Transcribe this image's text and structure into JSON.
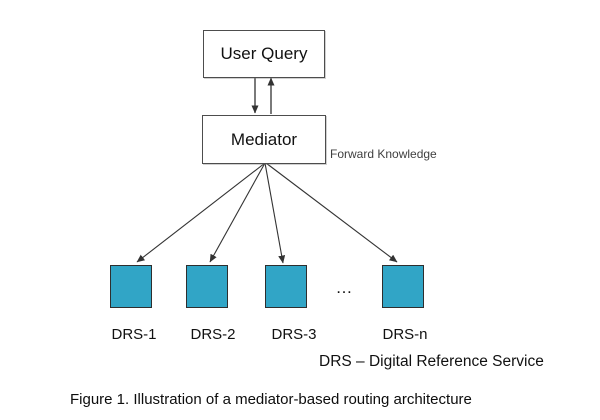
{
  "diagram": {
    "nodes": {
      "user_query": "User Query",
      "mediator": "Mediator"
    },
    "annotations": {
      "forward_knowledge": "Forward Knowledge",
      "ellipsis": "…"
    },
    "drs_nodes": [
      {
        "label": "DRS-1"
      },
      {
        "label": "DRS-2"
      },
      {
        "label": "DRS-3"
      },
      {
        "label": "DRS-n"
      }
    ],
    "legend": "DRS – Digital Reference Service",
    "caption": "Figure 1. Illustration of a mediator-based routing architecture",
    "colors": {
      "drs_node_fill": "#31a5c6",
      "drs_node_border": "#2e2e2e",
      "box_border": "#4d4d4d",
      "arrow": "#333333",
      "annotation_text": "#3f3f3f"
    },
    "edges": [
      {
        "from": "user_query",
        "to": "mediator",
        "type": "arrow-down"
      },
      {
        "from": "mediator",
        "to": "user_query",
        "type": "arrow-up"
      },
      {
        "from": "mediator",
        "to": "DRS-1",
        "type": "arrow"
      },
      {
        "from": "mediator",
        "to": "DRS-2",
        "type": "arrow"
      },
      {
        "from": "mediator",
        "to": "DRS-3",
        "type": "arrow"
      },
      {
        "from": "mediator",
        "to": "DRS-n",
        "type": "arrow"
      }
    ]
  }
}
